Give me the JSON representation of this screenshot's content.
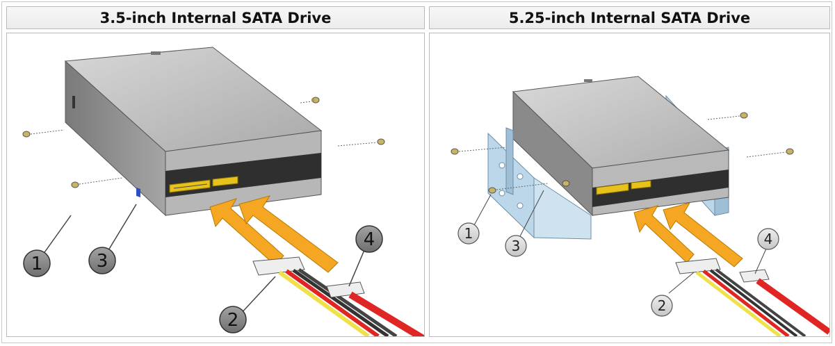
{
  "panels": {
    "left": {
      "title": "3.5-inch Internal SATA Drive",
      "callouts": [
        "1",
        "2",
        "3",
        "4"
      ]
    },
    "right": {
      "title": "5.25-inch Internal SATA Drive",
      "callouts": [
        "1",
        "2",
        "3",
        "4"
      ]
    }
  },
  "colors": {
    "drive_top": "#c9c9c9",
    "drive_side": "#9c9c9c",
    "drive_front": "#b3b3b3",
    "connector": "#e8c21c",
    "arrow": "#f5a623",
    "bracket": "#bcd7ea",
    "cable_red": "#e02525",
    "cable_yellow": "#f0e14a",
    "cable_black": "#333333",
    "callout_fill_left": "#8a8a8a",
    "callout_fill_right": "#d9d9d9"
  }
}
